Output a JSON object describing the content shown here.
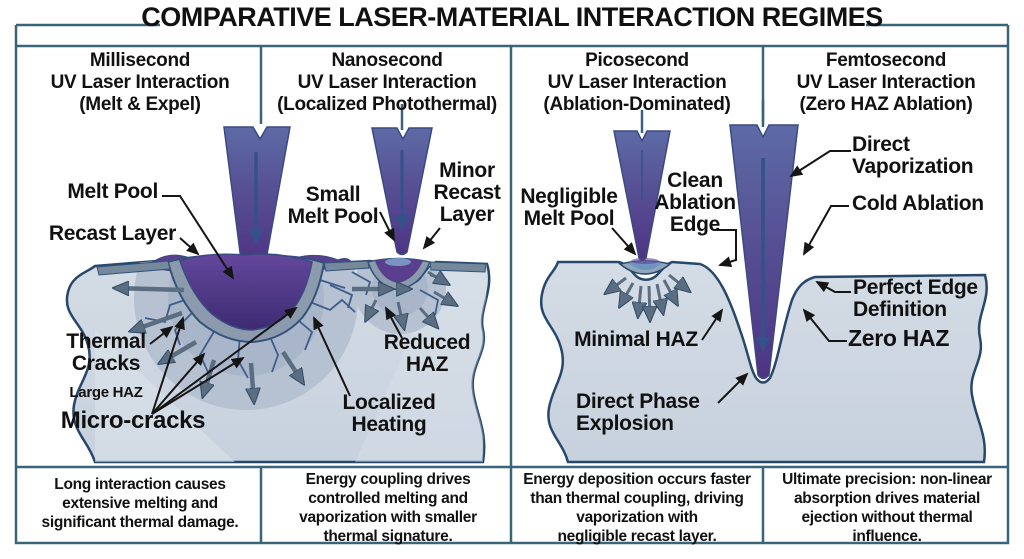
{
  "title": "COMPARATIVE LASER-MATERIAL INTERACTION REGIMES",
  "panels": [
    {
      "name": "Millisecond",
      "header": "Millisecond\nUV Laser Interaction\n(Melt & Expel)",
      "caption": "Long interaction causes\nextensive melting and\nsignificant thermal damage.",
      "labels": {
        "melt_pool": "Melt Pool",
        "recast_layer": "Recast Layer",
        "thermal_cracks": "Thermal\nCracks",
        "large_haz": "Large HAZ",
        "micro_cracks": "Micro-cracks"
      }
    },
    {
      "name": "Nanosecond",
      "header": "Nanosecond\nUV Laser Interaction\n(Localized Photothermal)",
      "caption": "Energy coupling drives\ncontrolled melting and\nvaporization with smaller\nthermal signature.",
      "labels": {
        "small_melt_pool": "Small\nMelt Pool",
        "minor_recast_layer": "Minor\nRecast\nLayer",
        "reduced_haz": "Reduced\nHAZ",
        "localized_heating": "Localized\nHeating"
      }
    },
    {
      "name": "Picosecond",
      "header": "Picosecond\nUV Laser Interaction\n(Ablation-Dominated)",
      "caption": "Energy deposition occurs faster\nthan thermal coupling, driving\nvaporization with\nnegligible recast layer.",
      "labels": {
        "negligible_melt_pool": "Negligible\nMelt Pool",
        "clean_ablation_edge": "Clean\nAblation\nEdge",
        "minimal_haz": "Minimal HAZ",
        "direct_phase_explosion": "Direct Phase\nExplosion"
      }
    },
    {
      "name": "Femtosecond",
      "header": "Femtosecond\nUV Laser Interaction\n(Zero HAZ Ablation)",
      "caption": "Ultimate precision: non-linear\nabsorption drives material\nejection without thermal\ninfluence.",
      "labels": {
        "direct_vaporization": "Direct\nVaporization",
        "cold_ablation": "Cold Ablation",
        "perfect_edge_definition": "Perfect Edge\nDefinition",
        "zero_haz": "Zero HAZ"
      }
    }
  ],
  "colors": {
    "frame": "#3a6578",
    "outline": "#27486b",
    "material": "#ccd6e1",
    "haz": "#b6c1d2",
    "haz_inner": "#a9b6c9",
    "recast": "#76889c",
    "melt": "#5a3f8e",
    "beam_top": "#5d6ba6",
    "beam_bottom": "#4e3484",
    "heat_arrow": "#5b6d80",
    "text": "#111111"
  }
}
